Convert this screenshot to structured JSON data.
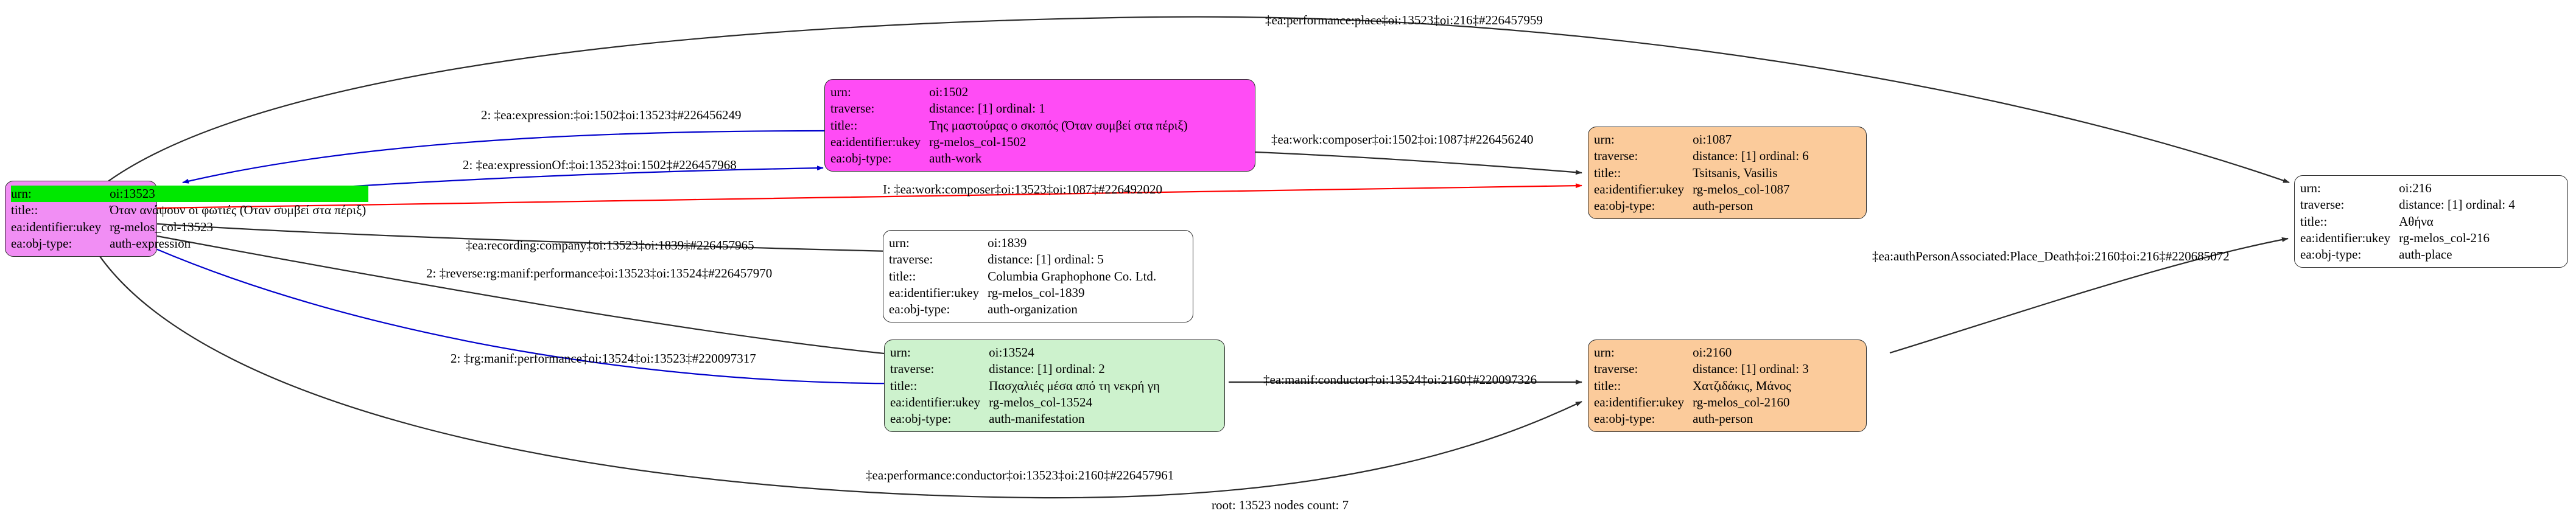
{
  "graph": {
    "caption": "root: 13523 nodes count: 7",
    "colors": {
      "root_node": "#f18ef4",
      "root_urn_highlight": "#00e800",
      "work_node": "#ff4cf5",
      "person_node": "#fbcb9b",
      "manifestation_node": "#cdf2cd",
      "organization_node": "#ffffff",
      "place_node": "#ffffff",
      "edge_default": "#2b2b2b",
      "edge_inverse": "#ff0000",
      "edge_reverse": "#0000cc"
    },
    "field_labels": {
      "urn": "urn:",
      "traverse": "traverse:",
      "title": "title::",
      "ukey": "ea:identifier:ukey",
      "objtype": "ea:obj-type:"
    },
    "nodes": [
      {
        "id": "n13523",
        "urn": "oi:13523",
        "traverse": "",
        "title": "Όταν ανάψουν οι φωτιές (Όταν συμβεί στα πέριξ)",
        "ukey": "rg-melos_col-13523",
        "objtype": "auth-expression",
        "has_traverse": false,
        "highlight_urn": true
      },
      {
        "id": "n1502",
        "urn": "oi:1502",
        "traverse": "distance: [1]     ordinal: 1",
        "title": "Της μαστούρας ο σκοπός (Όταν συμβεί στα πέριξ)",
        "ukey": "rg-melos_col-1502",
        "objtype": "auth-work",
        "has_traverse": true,
        "highlight_urn": false
      },
      {
        "id": "n1087",
        "urn": "oi:1087",
        "traverse": "distance: [1]     ordinal: 6",
        "title": "Tsitsanis, Vasilis",
        "ukey": "rg-melos_col-1087",
        "objtype": "auth-person",
        "has_traverse": true,
        "highlight_urn": false
      },
      {
        "id": "n1839",
        "urn": "oi:1839",
        "traverse": "distance: [1]     ordinal: 5",
        "title": "Columbia Graphophone Co. Ltd.",
        "ukey": "rg-melos_col-1839",
        "objtype": "auth-organization",
        "has_traverse": true,
        "highlight_urn": false
      },
      {
        "id": "n13524",
        "urn": "oi:13524",
        "traverse": "distance: [1]     ordinal: 2",
        "title": "Πασχαλιές μέσα από τη νεκρή γη",
        "ukey": "rg-melos_col-13524",
        "objtype": "auth-manifestation",
        "has_traverse": true,
        "highlight_urn": false
      },
      {
        "id": "n2160",
        "urn": "oi:2160",
        "traverse": "distance: [1]     ordinal: 3",
        "title": "Χατζιδάκις, Μάνος",
        "ukey": "rg-melos_col-2160",
        "objtype": "auth-person",
        "has_traverse": true,
        "highlight_urn": false
      },
      {
        "id": "n216",
        "urn": "oi:216",
        "traverse": "distance: [1]     ordinal: 4",
        "title": "Αθήνα",
        "ukey": "rg-melos_col-216",
        "objtype": "auth-place",
        "has_traverse": true,
        "highlight_urn": false
      }
    ],
    "edges": [
      {
        "id": "e1",
        "label": "‡ea:performance:place‡oi:13523‡oi:216‡#226457959",
        "color": "#2b2b2b"
      },
      {
        "id": "e2",
        "label": "2: ‡ea:expression:‡oi:1502‡oi:13523‡#226456249",
        "color": "#0000cc"
      },
      {
        "id": "e3",
        "label": "2: ‡ea:expressionOf:‡oi:13523‡oi:1502‡#226457968",
        "color": "#0000cc"
      },
      {
        "id": "e4",
        "label": "‡ea:work:composer‡oi:1502‡oi:1087‡#226456240",
        "color": "#2b2b2b"
      },
      {
        "id": "e5",
        "label": "I: ‡ea:work:composer‡oi:13523‡oi:1087‡#226492020",
        "color": "#ff0000"
      },
      {
        "id": "e6",
        "label": "‡ea:recording:company‡oi:13523‡oi:1839‡#226457965",
        "color": "#2b2b2b"
      },
      {
        "id": "e7",
        "label": "2: ‡reverse:rg:manif:performance‡oi:13523‡oi:13524‡#226457970",
        "color": "#2b2b2b"
      },
      {
        "id": "e8",
        "label": "2: ‡rg:manif:performance‡oi:13524‡oi:13523‡#220097317",
        "color": "#0000cc"
      },
      {
        "id": "e9",
        "label": "‡ea:manif:conductor‡oi:13524‡oi:2160‡#220097326",
        "color": "#2b2b2b"
      },
      {
        "id": "e10",
        "label": "‡ea:authPersonAssociated:Place_Death‡oi:2160‡oi:216‡#220685072",
        "color": "#2b2b2b"
      },
      {
        "id": "e11",
        "label": "‡ea:performance:conductor‡oi:13523‡oi:2160‡#226457961",
        "color": "#2b2b2b"
      }
    ]
  }
}
